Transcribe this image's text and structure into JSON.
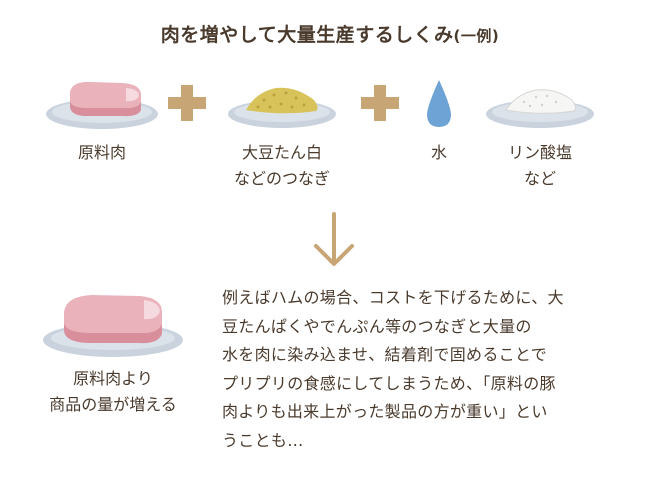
{
  "title": "肉を増やして大量生産するしくみ",
  "title_suffix": "(一例)",
  "ingredients": [
    {
      "name": "原料肉",
      "icon": "raw-meat-icon"
    },
    {
      "name": "大豆たん白",
      "name2": "などのつなぎ",
      "icon": "soy-protein-icon"
    },
    {
      "name": "水",
      "icon": "water-drop-icon"
    },
    {
      "name": "リン酸塩",
      "name2": "など",
      "icon": "phosphate-salt-icon"
    }
  ],
  "result": {
    "line1": "原料肉より",
    "line2": "商品の量が増える",
    "icon": "enlarged-meat-icon"
  },
  "explanation": {
    "lines": [
      "例えばハムの場合、コストを下げるために、大",
      "豆たんぱくやでんぷん等のつなぎと大量の",
      "水を肉に染み込ませ、結着剤で固めることで",
      "プリプリの食感にしてしまうため、「原料の豚",
      "肉よりも出来上がった製品の方が重い」とい",
      "うことも…"
    ]
  },
  "colors": {
    "plus": "#c8a574",
    "arrow": "#c8a574",
    "plate": "#c9d2dd",
    "meat": "#e0a0ab",
    "water": "#6ea3d6",
    "soy": "#d8c25a",
    "text": "#4a3a2c"
  }
}
